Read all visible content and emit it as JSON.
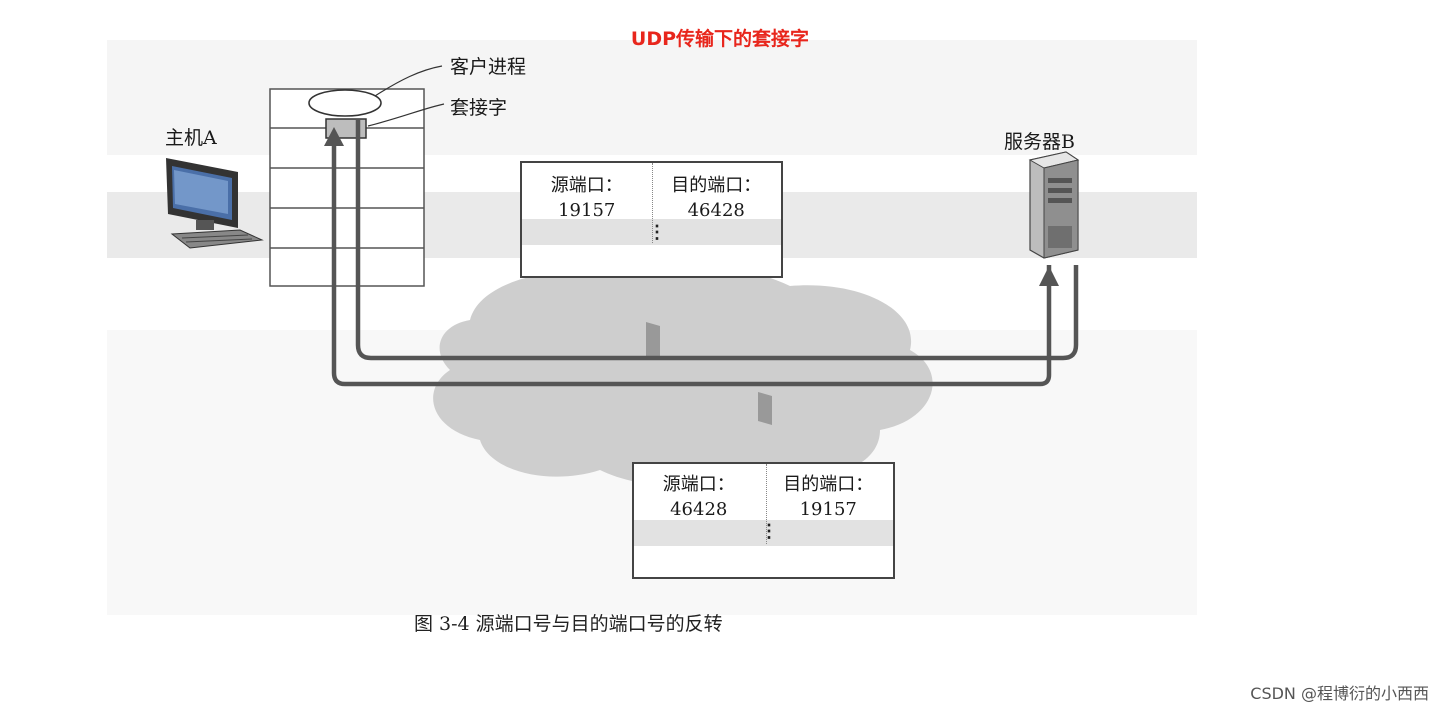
{
  "title": "UDP传输下的套接字",
  "host_a": {
    "label": "主机A"
  },
  "server_b": {
    "label": "服务器B"
  },
  "labels": {
    "client_process": "客户进程",
    "socket": "套接字"
  },
  "segment_outbound": {
    "source_port_label": "源端口：",
    "dest_port_label": "目的端口：",
    "source_port": "19157",
    "dest_port": "46428",
    "ellipsis": "⋮"
  },
  "segment_return": {
    "source_port_label": "源端口：",
    "dest_port_label": "目的端口：",
    "source_port": "46428",
    "dest_port": "19157",
    "ellipsis": "⋮"
  },
  "caption": "图 3-4   源端口号与目的端口号的反转",
  "watermark": "CSDN @程博衍的小西西",
  "colors": {
    "title_red": "#e8261c",
    "cloud_gray": "#c8c8c8",
    "line_gray": "#555555"
  },
  "icons": [
    "desktop-computer-icon",
    "server-tower-icon",
    "network-cloud-icon"
  ]
}
